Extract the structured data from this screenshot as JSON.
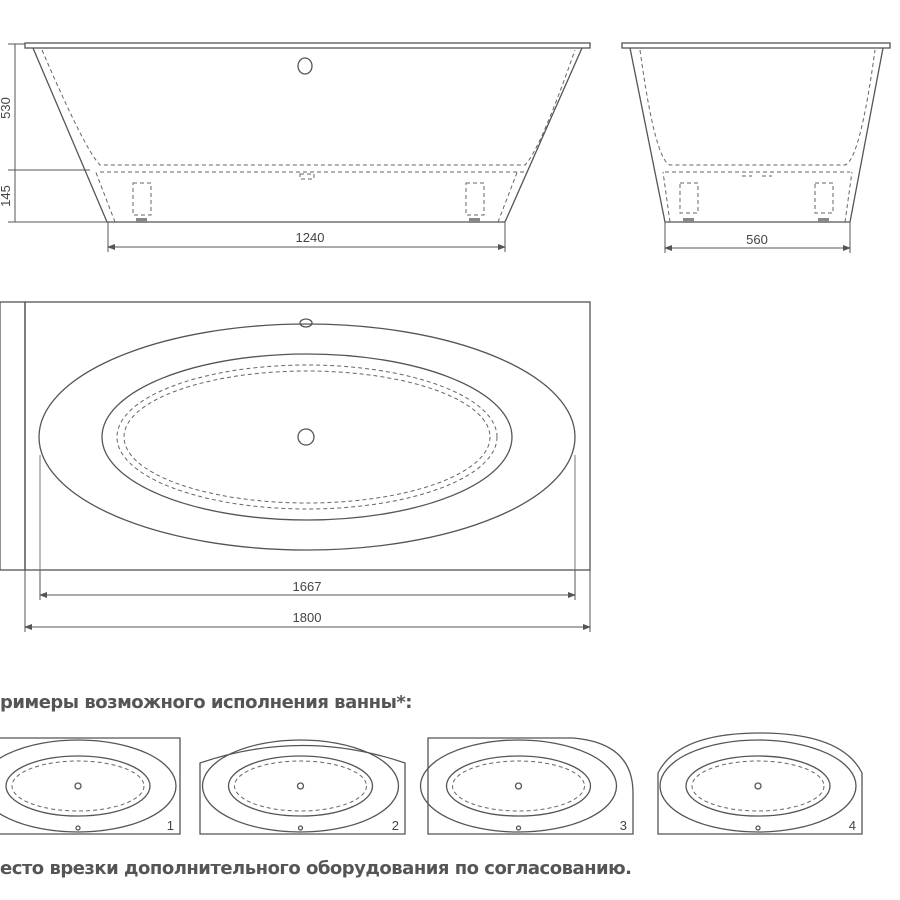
{
  "side_view": {
    "height_upper": "530",
    "height_lower": "145",
    "base_length": "1240"
  },
  "end_view": {
    "base_width": "560"
  },
  "top_view": {
    "inner_length": "1667",
    "overall_length": "1800"
  },
  "variants_heading": "римеры возможного исполнения ванны*:",
  "variants": [
    {
      "number": "1"
    },
    {
      "number": "2"
    },
    {
      "number": "3"
    },
    {
      "number": "4"
    }
  ],
  "footnote": "есто врезки дополнительного оборудования по согласованию."
}
